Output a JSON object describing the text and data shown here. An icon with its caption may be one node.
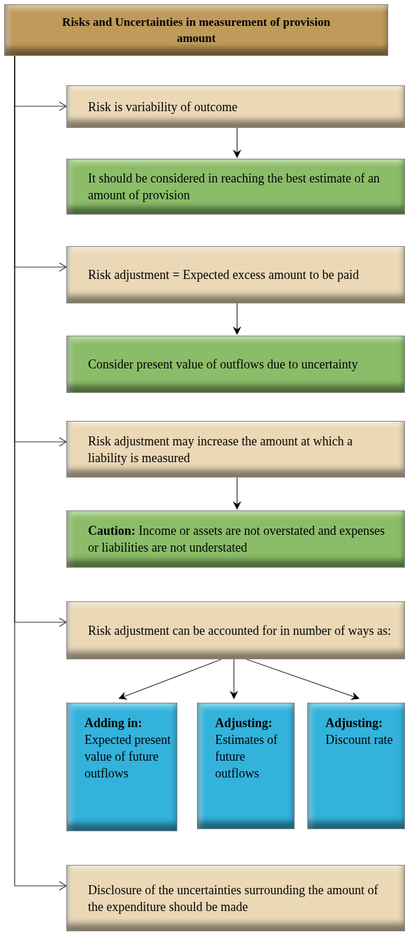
{
  "diagram": {
    "nodes": [
      {
        "text": [
          "Risks and Uncertainties in measurement of provision amount"
        ]
      },
      {
        "text": [
          "Risk is variability of outcome"
        ]
      },
      {
        "text": [
          "It should be considered in reaching the best estimate of an amount of provision"
        ]
      },
      {
        "text": [
          "Risk adjustment = Expected excess amount to be paid"
        ]
      },
      {
        "text": [
          "Consider present value of outflows due to uncertainty"
        ]
      },
      {
        "text": [
          "Risk adjustment may increase the amount at which a liability is measured"
        ]
      },
      {
        "text": [
          "**Caution:** Income or assets are not overstated and expenses or liabilities are not understated"
        ]
      },
      {
        "text": [
          "Risk adjustment can be accounted for in number of ways as:"
        ]
      },
      {
        "text": [
          "Adding in:",
          "Expected present value of future outflows"
        ]
      },
      {
        "text": [
          "Adjusting:",
          "Estimates of future outflows"
        ]
      },
      {
        "text": [
          "Adjusting:",
          "Discount rate"
        ]
      },
      {
        "text": [
          "Disclosure of the uncertainties surrounding the amount of the expenditure should be made"
        ]
      }
    ],
    "edges": [
      {
        "from": 0,
        "to": 1,
        "arrow": "to"
      },
      {
        "from": 1,
        "to": 2,
        "arrow": "to"
      },
      {
        "from": 0,
        "to": 3,
        "arrow": "to"
      },
      {
        "from": 3,
        "to": 4,
        "arrow": "to"
      },
      {
        "from": 0,
        "to": 5,
        "arrow": "to"
      },
      {
        "from": 5,
        "to": 6,
        "arrow": "to"
      },
      {
        "from": 0,
        "to": 7,
        "arrow": "to"
      },
      {
        "from": 7,
        "to": 8,
        "arrow": "to"
      },
      {
        "from": 7,
        "to": 9,
        "arrow": "to"
      },
      {
        "from": 7,
        "to": 10,
        "arrow": "to"
      },
      {
        "from": 0,
        "to": 11,
        "arrow": "to"
      }
    ]
  }
}
